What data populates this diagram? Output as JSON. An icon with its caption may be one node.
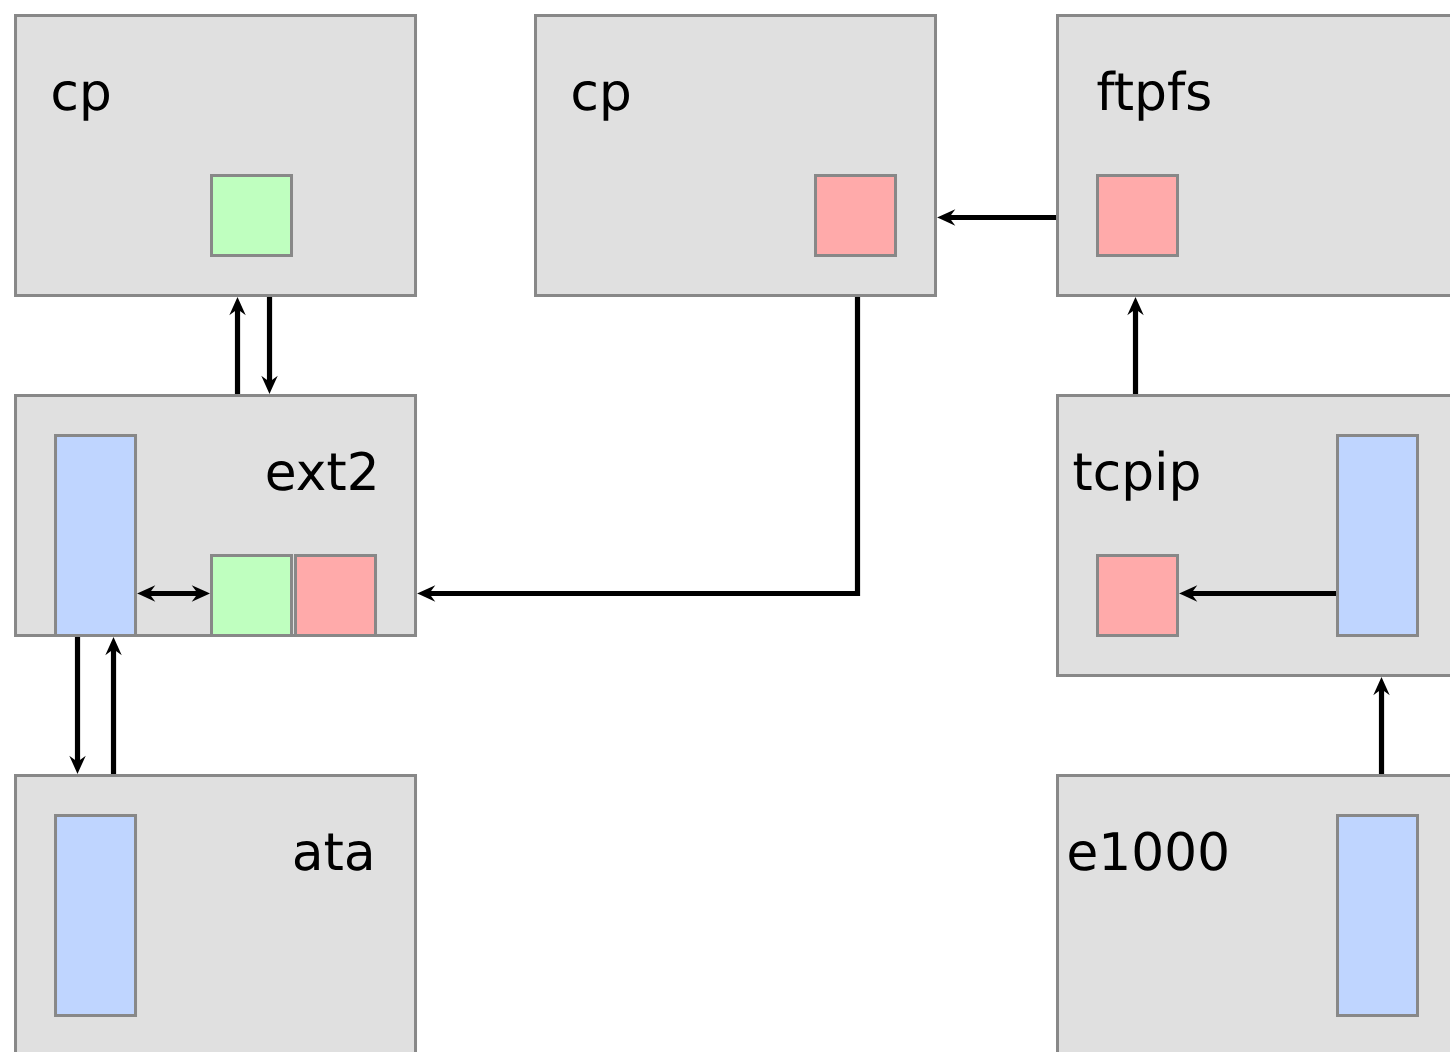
{
  "diagram": {
    "nodes": [
      {
        "text": [
          "cp"
        ]
      },
      {
        "text": [],
        "shape": "box",
        "in": 0
      },
      {
        "text": [
          "cp"
        ]
      },
      {
        "text": [],
        "shape": "box",
        "in": 2
      },
      {
        "text": [
          "ftpfs"
        ]
      },
      {
        "text": [],
        "shape": "box",
        "in": 4
      },
      {
        "text": [
          "ext2"
        ]
      },
      {
        "text": [],
        "shape": "bar",
        "in": 6
      },
      {
        "text": [],
        "shape": "box",
        "in": 6
      },
      {
        "text": [],
        "shape": "box",
        "in": 6
      },
      {
        "text": [
          "tcpip"
        ]
      },
      {
        "text": [],
        "shape": "box",
        "in": 10
      },
      {
        "text": [],
        "shape": "bar",
        "in": 10
      },
      {
        "text": [
          "ata"
        ]
      },
      {
        "text": [],
        "shape": "bar",
        "in": 13
      },
      {
        "text": [
          "e1000"
        ]
      },
      {
        "text": [],
        "shape": "bar",
        "in": 15
      }
    ],
    "edges": [
      {
        "from": 6,
        "to": 0,
        "arrow": "to"
      },
      {
        "from": 0,
        "to": 6,
        "arrow": "to"
      },
      {
        "from": 2,
        "to": 6,
        "arrow": "to"
      },
      {
        "from": 4,
        "to": 2,
        "arrow": "to"
      },
      {
        "from": 10,
        "to": 4,
        "arrow": "to"
      },
      {
        "from": 12,
        "to": 11,
        "arrow": "to"
      },
      {
        "from": 15,
        "to": 10,
        "arrow": "to"
      },
      {
        "from": 7,
        "to": 8,
        "arrow": "both"
      },
      {
        "from": 6,
        "to": 13,
        "arrow": "to"
      },
      {
        "from": 13,
        "to": 6,
        "arrow": "to"
      }
    ]
  }
}
